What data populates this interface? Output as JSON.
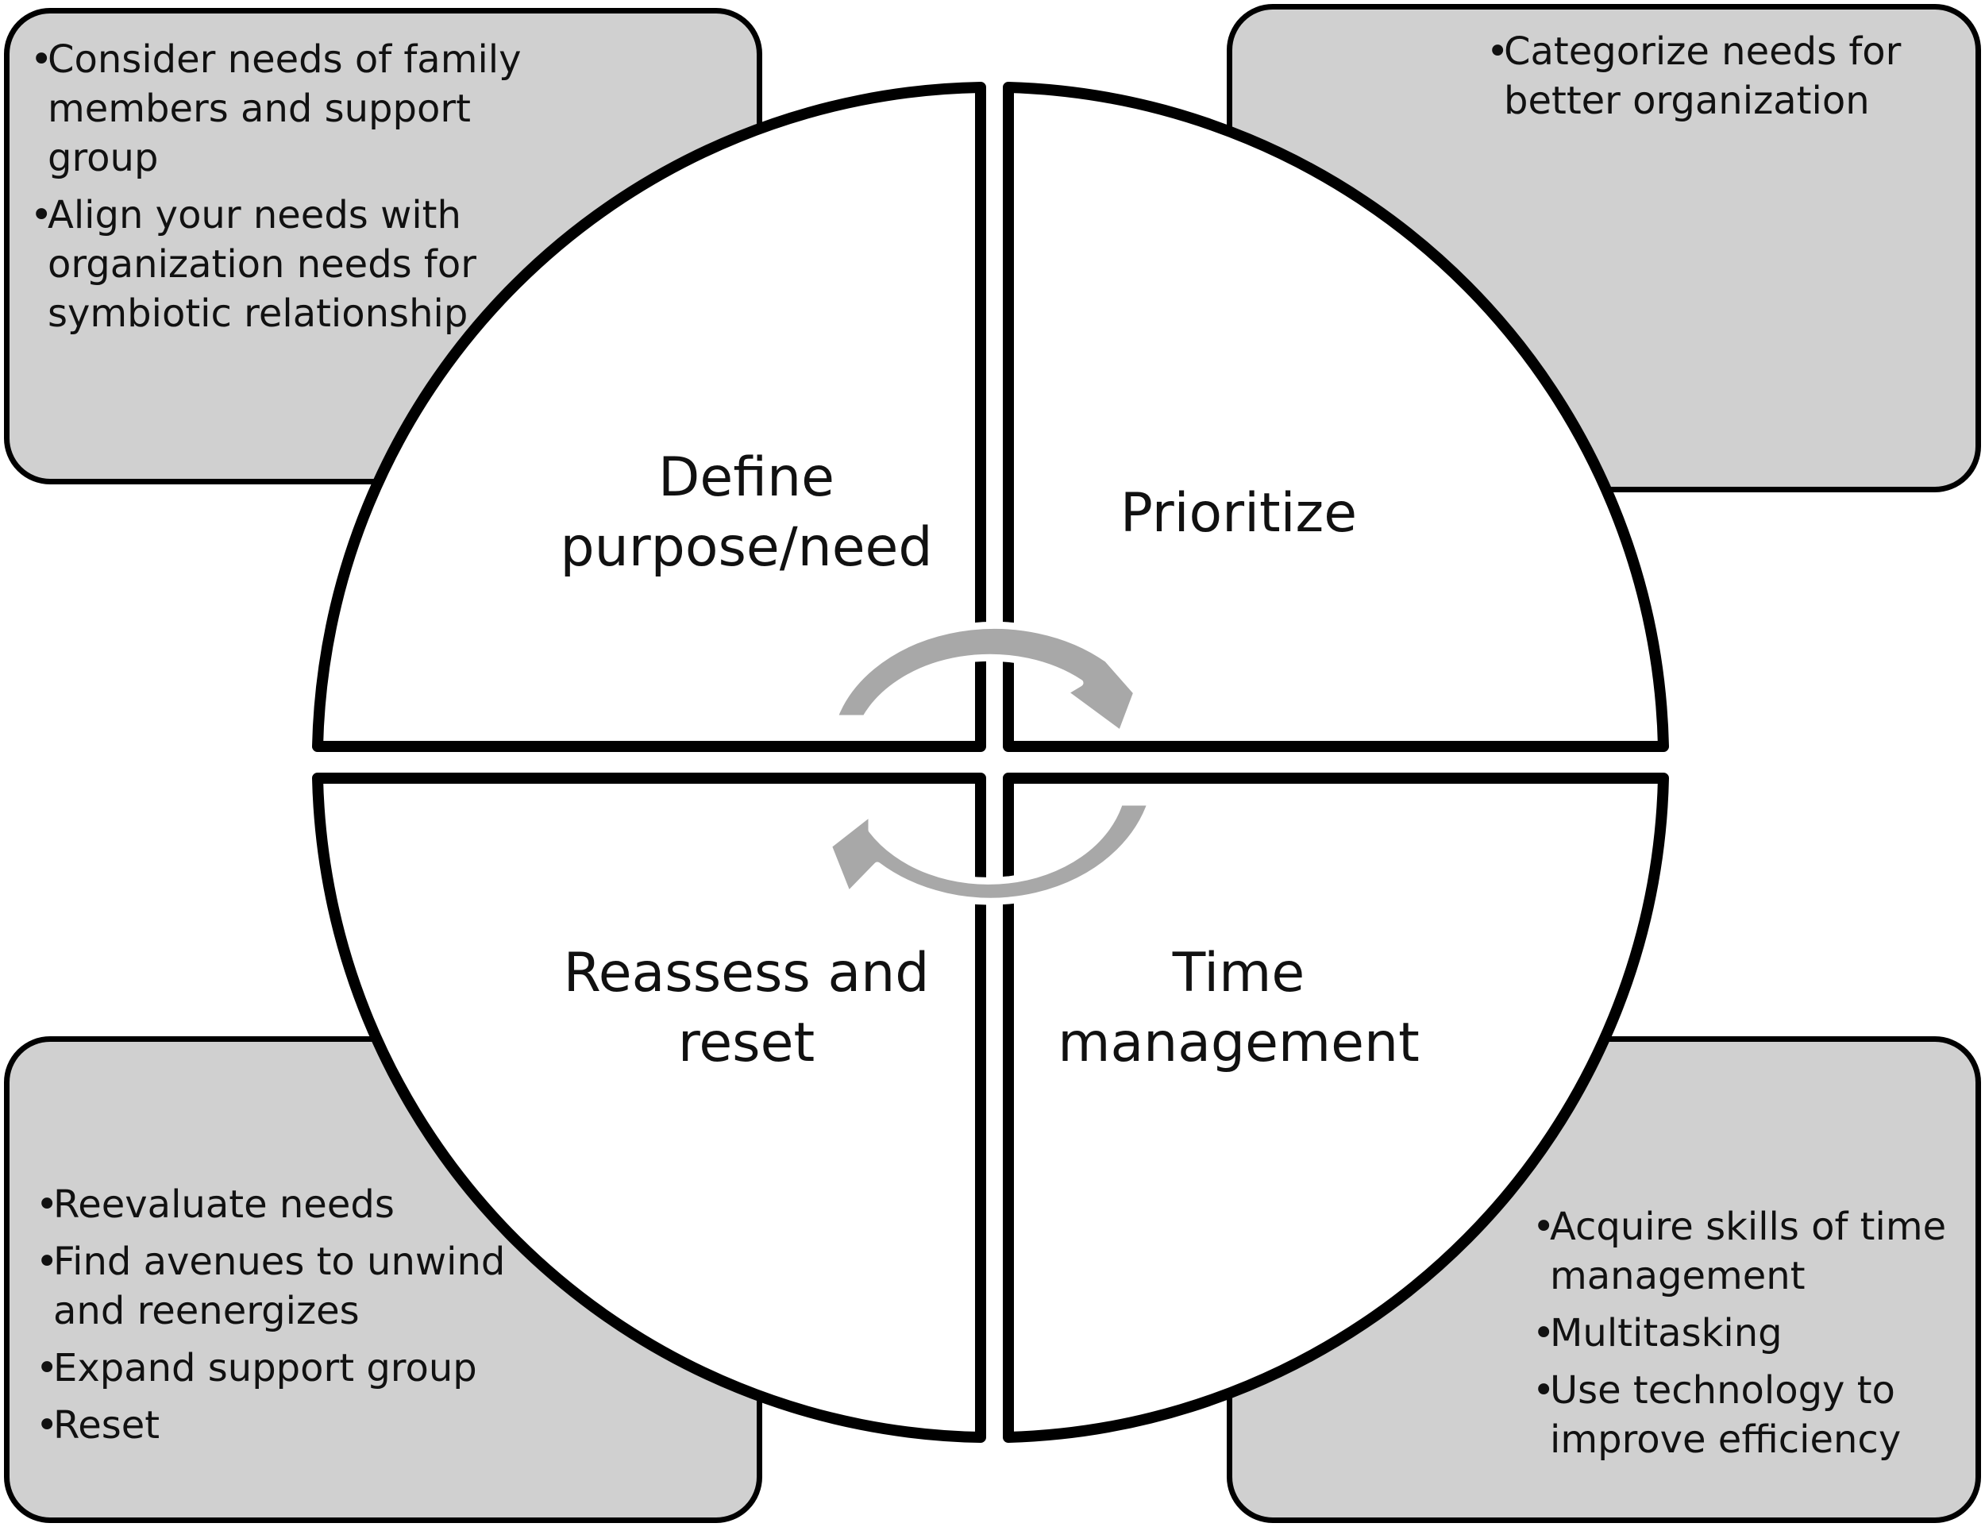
{
  "quadrants": {
    "top_left": "Define purpose/need",
    "top_right": "Prioritize",
    "bottom_left": "Reassess and reset",
    "bottom_right": "Time management"
  },
  "boxes": {
    "top_left": [
      "Consider needs of family members and support group",
      "Align your needs with organization needs for symbiotic relationship"
    ],
    "top_right": [
      "Categorize needs for better organization"
    ],
    "bottom_left": [
      "Reevaluate needs",
      "Find avenues to unwind and reenergizes",
      "Expand support group",
      "Reset"
    ],
    "bottom_right": [
      "Acquire skills of time management",
      "Multitasking",
      "Use technology to improve efficiency"
    ]
  },
  "colors": {
    "box_fill": "#d0d0d0",
    "outline": "#000000",
    "arrow_fill": "#a8a8a8"
  }
}
